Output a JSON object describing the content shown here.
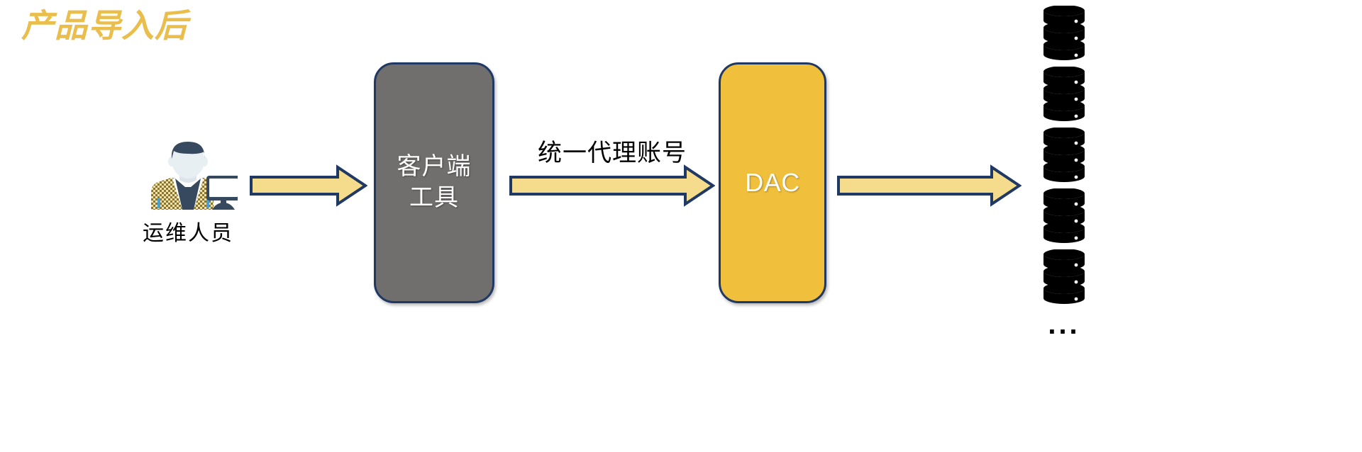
{
  "title": "产品导入后",
  "colors": {
    "title_gold": "#EABE4C",
    "box_gray": "#716F6D",
    "box_yellow": "#F0C03C",
    "border_navy": "#1F3864",
    "arrow_fill": "#F5DC8C",
    "db_black": "#000000",
    "text_white": "#FFFFFF"
  },
  "operator": {
    "icon": "operator-person-computer-icon",
    "label": "运维人员"
  },
  "arrows": [
    {
      "name": "arrow-operator-to-client",
      "label": "",
      "direction": "right"
    },
    {
      "name": "arrow-client-to-dac",
      "label": "统一代理账号",
      "direction": "right"
    },
    {
      "name": "arrow-dac-to-databases",
      "label": "",
      "direction": "right"
    }
  ],
  "nodes": {
    "client_tool": {
      "label": "客户端\n工具",
      "line1": "客户端",
      "line2": "工具"
    },
    "dac": {
      "label": "DAC"
    }
  },
  "database_stack": {
    "icon": "database-cylinder-icon",
    "count": 5,
    "ellipsis": "..."
  }
}
